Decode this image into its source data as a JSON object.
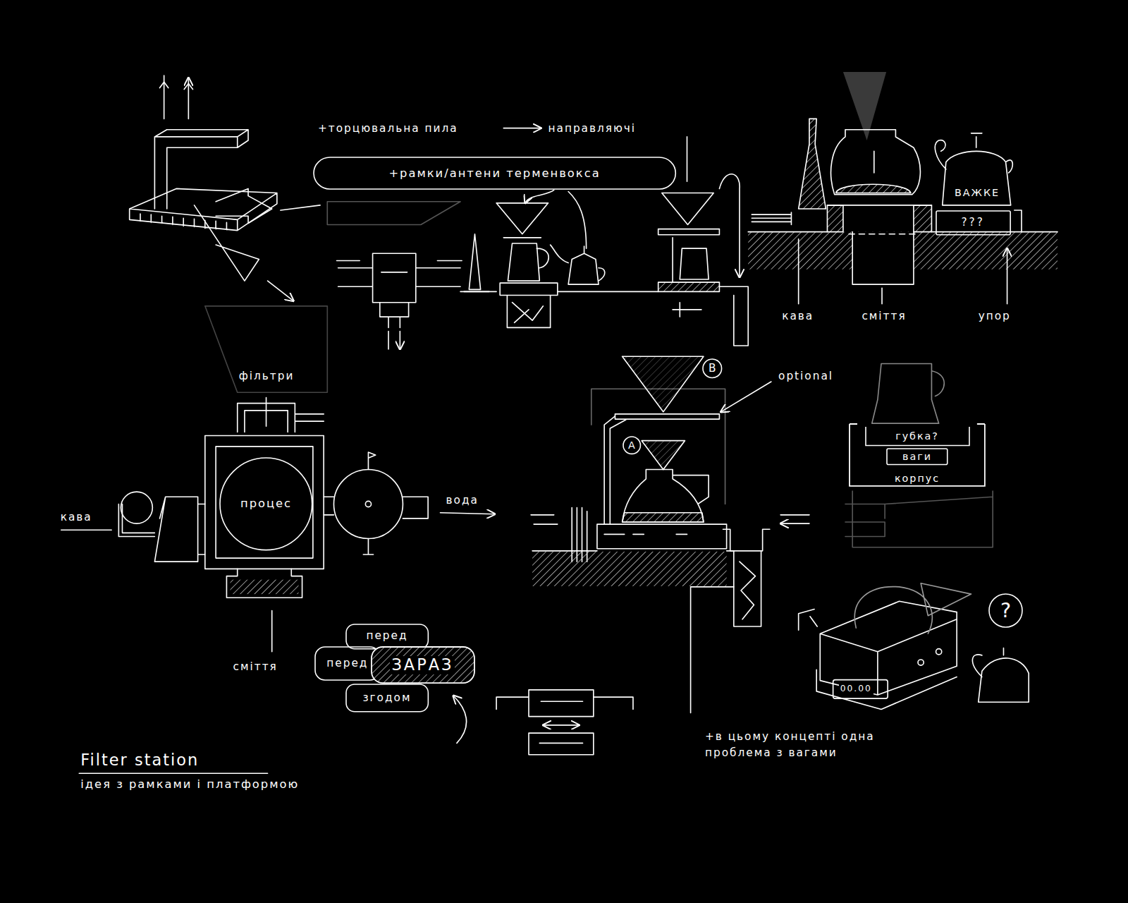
{
  "diagram": {
    "title": "Filter station",
    "caption": "ідея з рамками і платформою",
    "nodes": [
      {
        "text": [
          "+рамки/антени терменвокса"
        ]
      },
      {
        "text": [
          "???"
        ]
      },
      {
        "text": [
          "B"
        ]
      },
      {
        "text": [
          "корпус"
        ]
      },
      {
        "text": [
          "губка?"
        ],
        "in": 3
      },
      {
        "text": [
          "ваги"
        ],
        "in": 3
      },
      {
        "text": [
          "A"
        ]
      },
      {
        "text": [
          "процес"
        ]
      },
      {
        "text": [
          "?"
        ]
      },
      {
        "text": [
          "перед"
        ]
      },
      {
        "text": [
          "перед"
        ]
      },
      {
        "text": [
          "ЗАРАЗ"
        ]
      },
      {
        "text": [
          "згодом"
        ]
      }
    ],
    "labels": [
      "+торцювальна пила",
      "направляючі",
      "ВАЖКЕ",
      "кава",
      "сміття",
      "упор",
      "фільтри",
      "optional",
      "кава",
      "вода",
      "сміття",
      "00.00",
      "+в цьому концепті одна проблема з вагами"
    ]
  }
}
